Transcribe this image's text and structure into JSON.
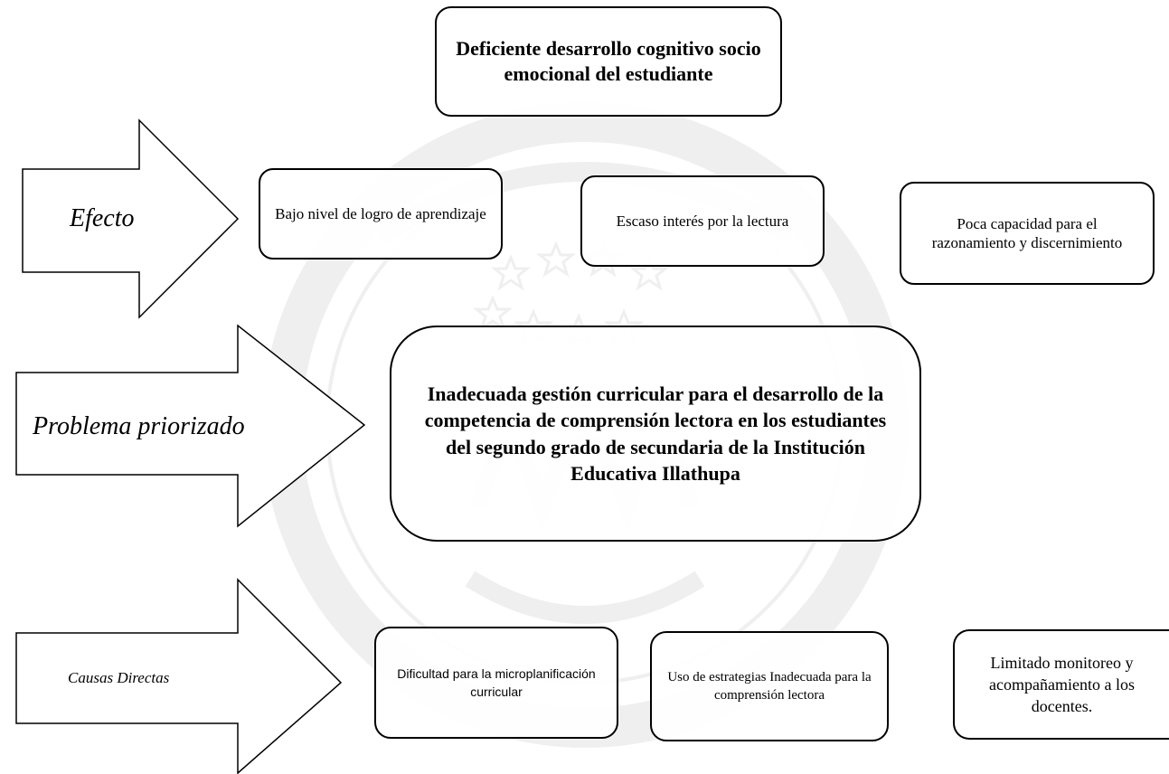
{
  "diagram": {
    "title": "Deficiente desarrollo cognitivo socio emocional del estudiante",
    "rows": [
      {
        "label": "Efecto",
        "items": [
          "Bajo nivel de logro de aprendizaje",
          "Escaso interés por la lectura",
          "Poca capacidad para el razonamiento y discernimiento"
        ]
      },
      {
        "label": "Problema priorizado",
        "items": [
          "Inadecuada gestión curricular para el desarrollo de la competencia de comprensión lectora en los estudiantes del segundo grado de secundaria de la Institución Educativa Illathupa"
        ]
      },
      {
        "label": "Causas Directas",
        "items": [
          "Dificultad para la microplanificación curricular",
          "Uso de estrategias Inadecuada para la comprensión lectora",
          "Limitado monitoreo y acompañamiento a los docentes."
        ]
      }
    ]
  },
  "colors": {
    "stroke": "#000000",
    "background": "#ffffff",
    "watermark": "#9a9a9a"
  },
  "icons": {
    "watermark": "university-seal-icon"
  }
}
